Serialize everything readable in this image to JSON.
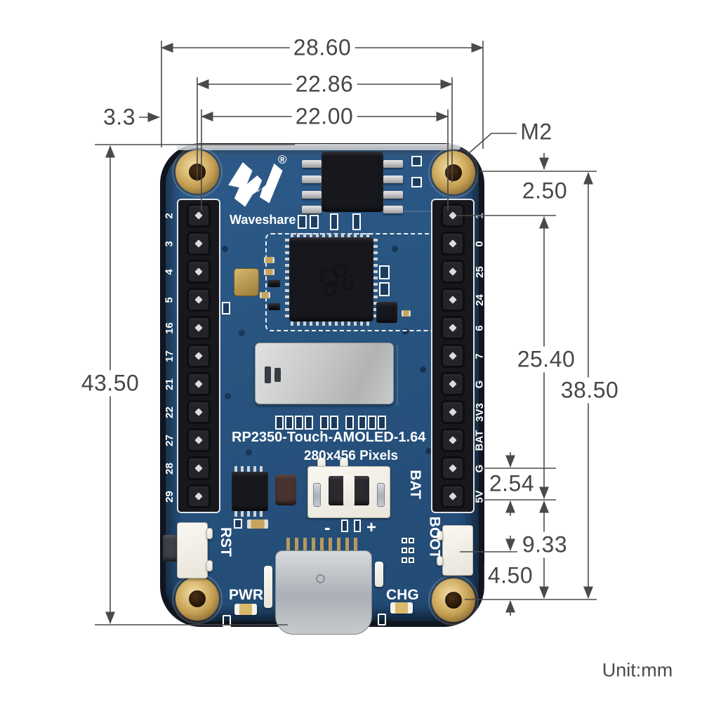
{
  "dims": {
    "board_width": "28.60",
    "hole_pitch_h": "22.86",
    "pin_pitch_h": "22.00",
    "edge_to_pin": "3.3",
    "board_height": "43.50",
    "hole_type": "M2",
    "hole_to_pin": "2.50",
    "pin_span": "25.40",
    "hole_pitch_v": "38.50",
    "pin_pitch": "2.54",
    "pin_to_hole": "9.33",
    "button_to_hole": "4.50"
  },
  "unit_note": "Unit:mm",
  "board": {
    "logo_mark": "W",
    "reg": "®",
    "brand": "Waveshare",
    "model": "RP2350-Touch-AMOLED-1.64",
    "resolution": "280x456 Pixels",
    "left_pins": [
      "2",
      "3",
      "4",
      "5",
      "16",
      "17",
      "21",
      "22",
      "27",
      "28",
      "29"
    ],
    "right_pins": [
      "1",
      "0",
      "25",
      "24",
      "6",
      "7",
      "G",
      "3V3",
      "BAT",
      "G",
      "5V"
    ],
    "labels": {
      "rst": "RST",
      "boot": "BOOT",
      "bat": "BAT",
      "pwr": "PWR",
      "chg": "CHG",
      "minus": "-",
      "plus": "+"
    }
  }
}
